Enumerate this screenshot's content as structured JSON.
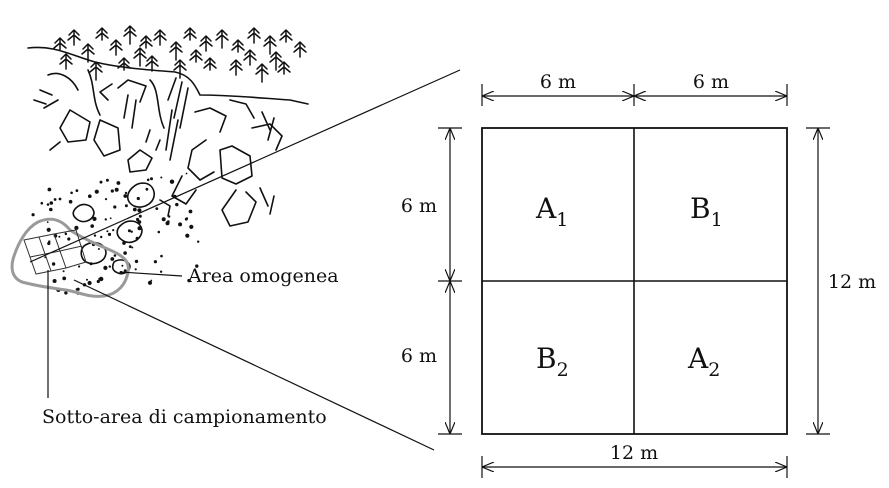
{
  "sketch": {
    "area_label": "Area omogenea",
    "subarea_label": "Sotto-area di campionamento"
  },
  "grid": {
    "top_left_width": "6 m",
    "top_right_width": "6 m",
    "left_top_height": "6 m",
    "left_bottom_height": "6 m",
    "right_height": "12 m",
    "bottom_width": "12 m",
    "cells": [
      {
        "letter": "A",
        "index": "1"
      },
      {
        "letter": "B",
        "index": "1"
      },
      {
        "letter": "B",
        "index": "2"
      },
      {
        "letter": "A",
        "index": "2"
      }
    ]
  },
  "colors": {
    "ink": "#111111",
    "area_outline": "#9a9a9a"
  }
}
